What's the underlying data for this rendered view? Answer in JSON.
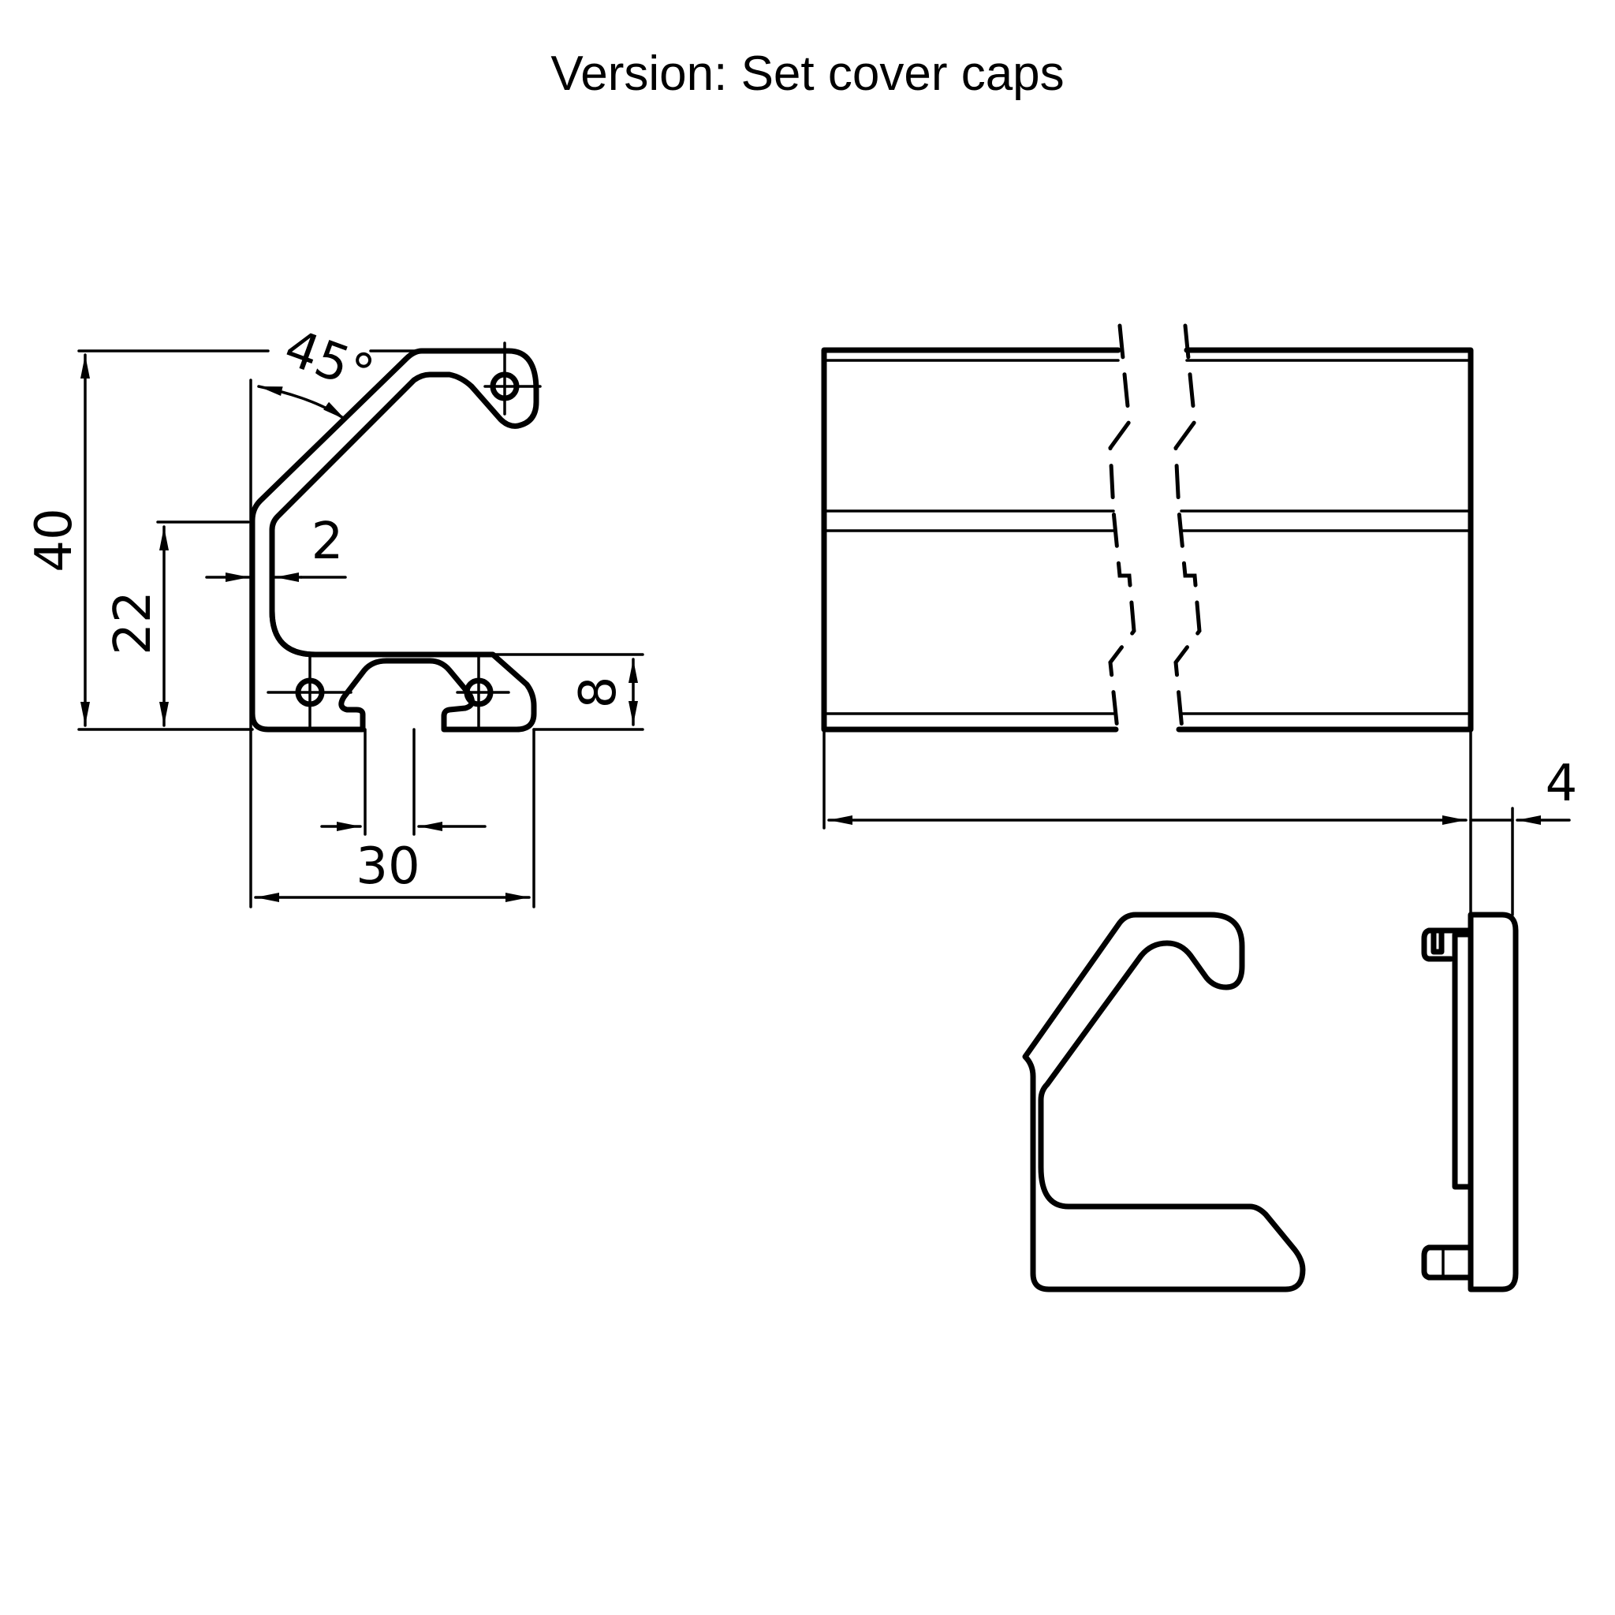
{
  "title": "Version: Set cover caps",
  "profile_view": {
    "dimensions": {
      "height_total": "40",
      "height_mid": "22",
      "angle": "45°",
      "wall_thickness": "2",
      "base_height": "8",
      "width_total": "30"
    }
  },
  "side_view": {
    "dimensions": {
      "cap_thickness": "4"
    }
  },
  "colors": {
    "line": "#000000",
    "background": "#ffffff"
  }
}
